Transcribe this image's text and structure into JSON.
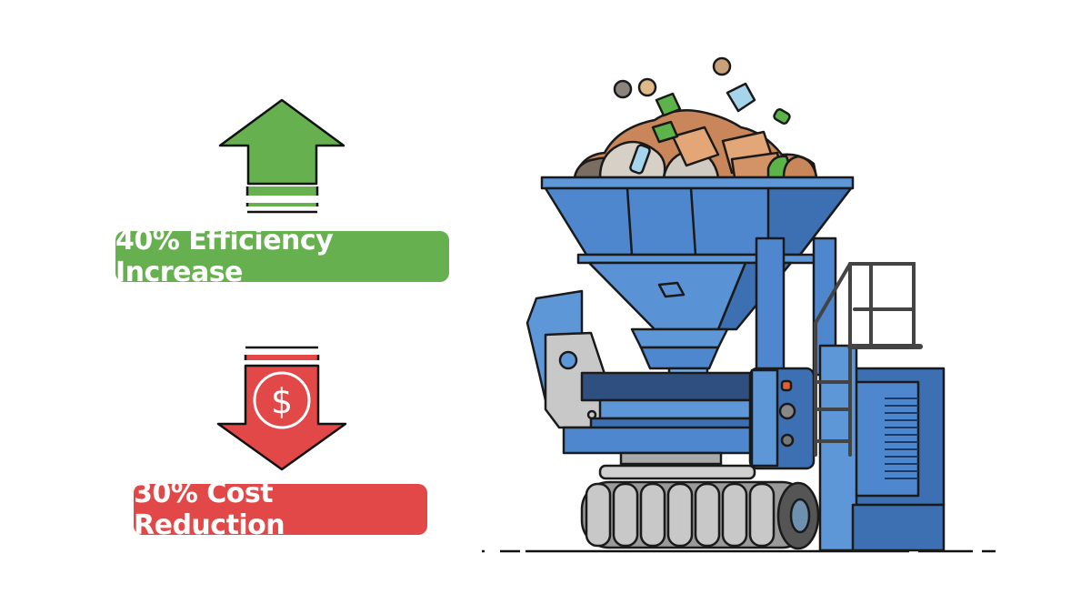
{
  "metrics": {
    "efficiency": {
      "label": "40% Efficiency Increase",
      "value": "40%",
      "direction": "up",
      "icon": "arrow-up-icon",
      "color": "#66b04f"
    },
    "cost": {
      "label": "30% Cost Reduction",
      "value": "30%",
      "direction": "down",
      "icon": "arrow-down-dollar-icon",
      "symbol": "$",
      "color": "#e24848"
    }
  },
  "illustration": {
    "subject": "industrial-waste-shredder",
    "machine_color": "#4a82c8",
    "waste_items": [
      "rocks",
      "cardboard-boxes",
      "plastic-bottles",
      "green-blocks",
      "debris"
    ]
  }
}
